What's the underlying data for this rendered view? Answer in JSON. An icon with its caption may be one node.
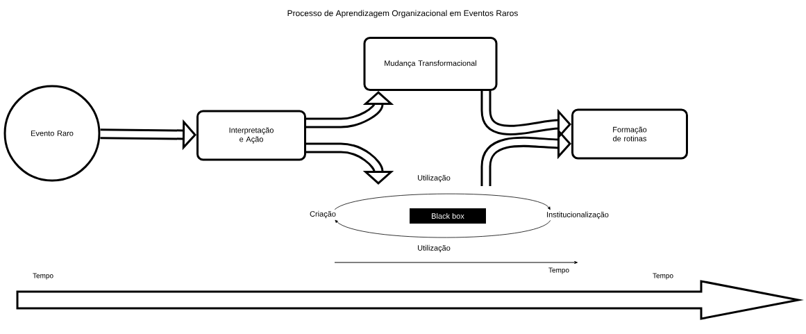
{
  "diagram": {
    "title": "Processo de Aprendizagem Organizacional em Eventos Raros",
    "nodes": [
      {
        "text": [
          "Evento Raro"
        ]
      },
      {
        "text": [
          "Interpretação e Ação"
        ]
      },
      {
        "text": [
          "Mudança Transformacional"
        ]
      },
      {
        "text": [
          "Formação de rotinas"
        ]
      },
      {
        "text": [
          "Criação"
        ]
      },
      {
        "text": [
          "Black box"
        ]
      },
      {
        "text": [
          "Institucionalização"
        ]
      }
    ],
    "edges": [
      {
        "from": 0,
        "to": 1,
        "arrow": "to"
      },
      {
        "from": 1,
        "to": 2,
        "arrow": "to"
      },
      {
        "from": 1,
        "to": null,
        "arrow": "to"
      },
      {
        "from": 2,
        "to": 3,
        "arrow": "to"
      },
      {
        "from": null,
        "to": 3,
        "arrow": "to"
      },
      {
        "from": 4,
        "to": 6,
        "arrow": "to",
        "label": "Utilização"
      },
      {
        "from": 6,
        "to": 4,
        "arrow": "to",
        "label": "Utilização"
      }
    ],
    "labels": [
      "Tempo",
      "Tempo",
      "Tempo"
    ]
  }
}
